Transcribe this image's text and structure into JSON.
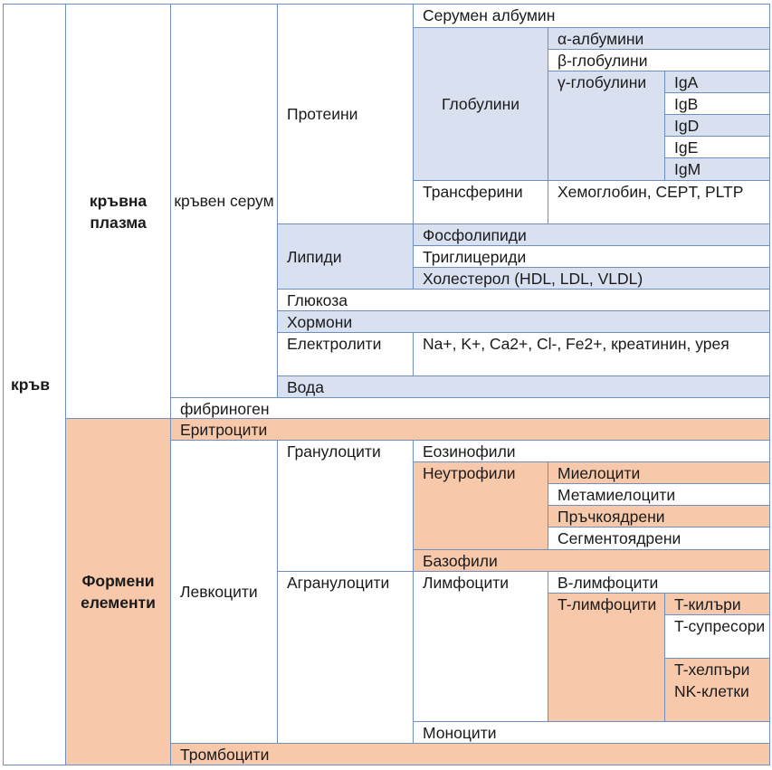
{
  "blood": "кръв",
  "plasma": {
    "label": "кръвна плазма",
    "serum": "кръвен серум",
    "proteins": "Протеини",
    "serum_albumin": "Серумен албумин",
    "globulins": "Глобулини",
    "alpha_albumins": "α-албумини",
    "beta_globulins": "β-глобулини",
    "gamma_globulins": "γ-глобулини",
    "immunoglobulins": [
      "IgA",
      "IgB",
      "IgD",
      "IgE",
      "IgM"
    ],
    "transferrins": "Трансферини",
    "transferrin_items": "Хемоглобин, CEPT, PLTP",
    "lipids": "Липиди",
    "phospholipids": "Фосфолипиди",
    "triglycerides": "Триглицериди",
    "cholesterol": "Холестерол (HDL, LDL, VLDL)",
    "glucose": "Глюкоза",
    "hormones": "Хормони",
    "electrolytes": "Електролити",
    "electrolyte_items": "Na+, K+, Ca2+, Cl-, Fe2+, креатинин, урея",
    "water": "Вода",
    "fibrinogen": "фибриноген"
  },
  "formed": {
    "label": "Формени елементи",
    "erythrocytes": "Еритроцити",
    "leukocytes": "Левкоцити",
    "granulocytes": "Гранулоцити",
    "eosinophils": "Еозинофили",
    "neutrophils": "Неутрофили",
    "myelocytes": "Миелоцити",
    "metamyelocytes": "Метамиелоцити",
    "band": "Пръчкоядрени",
    "segmented": "Сегментоядрени",
    "basophils": "Базофили",
    "agranulocytes": "Агранулоцити",
    "lymphocytes": "Лимфоцити",
    "b_lymphocytes": "B-лимфоцити",
    "t_lymphocytes": "T-лимфоцити",
    "t_killers": "T-килъри",
    "t_suppressors": "T-супресори",
    "t_helpers": "T-хелпъри",
    "nk_cells": "NK-клетки",
    "monocytes": "Моноцити",
    "thrombocytes": "Тромбоцити"
  },
  "colors": {
    "border": "#6f8fbe",
    "plasma_fill": "#d9e1f1",
    "formed_fill": "#f7c9aa"
  }
}
